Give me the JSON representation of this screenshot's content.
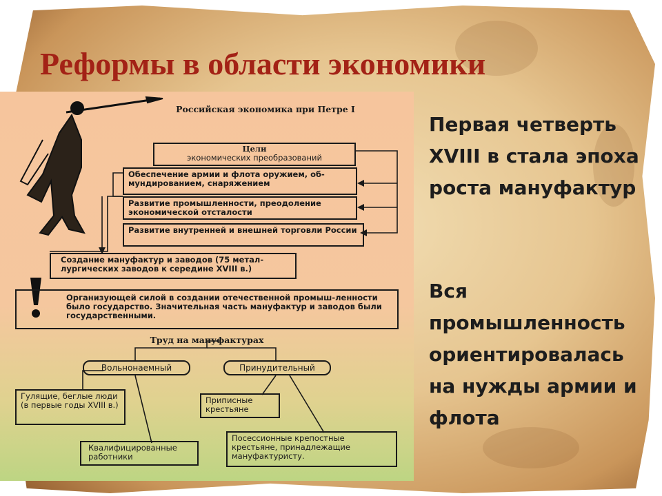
{
  "slide": {
    "title": "Реформы в области экономики",
    "paragraph1": "Первая четверть XVIII в стала эпоха роста мануфактур",
    "paragraph2": "Вся промышленность ориентировалась на нужды армии и флота"
  },
  "diagram": {
    "heading": "Российская экономика при Петре I",
    "goals_title": "Цели",
    "goals_subtitle": "экономических преобразований",
    "goal1": "Обеспечение армии и флота оружием, об-мундированием, снаряжением",
    "goal2": "Развитие промышленности, преодоление экономической отсталости",
    "goal3": "Развитие внутренней и внешней торговли России",
    "result": "Создание мануфактур и заводов (75 метал-лургических заводов к середине XVIII в.)",
    "exclamation": "!",
    "note": "Организующей силой в создании отечественной промыш-ленности было государство. Значительная часть мануфактур и заводов были государственными.",
    "labor_heading": "Труд на мануфактурах",
    "hired": "Вольнонаемный",
    "forced": "Принудительный",
    "hired1": "Гулящие, беглые люди (в первые годы XVIII в.)",
    "hired2": "Квалифицированные работники",
    "forced1": "Приписные крестьяне",
    "forced2": "Посессионные крепостные крестьяне, принадлежащие мануфактуристу."
  }
}
